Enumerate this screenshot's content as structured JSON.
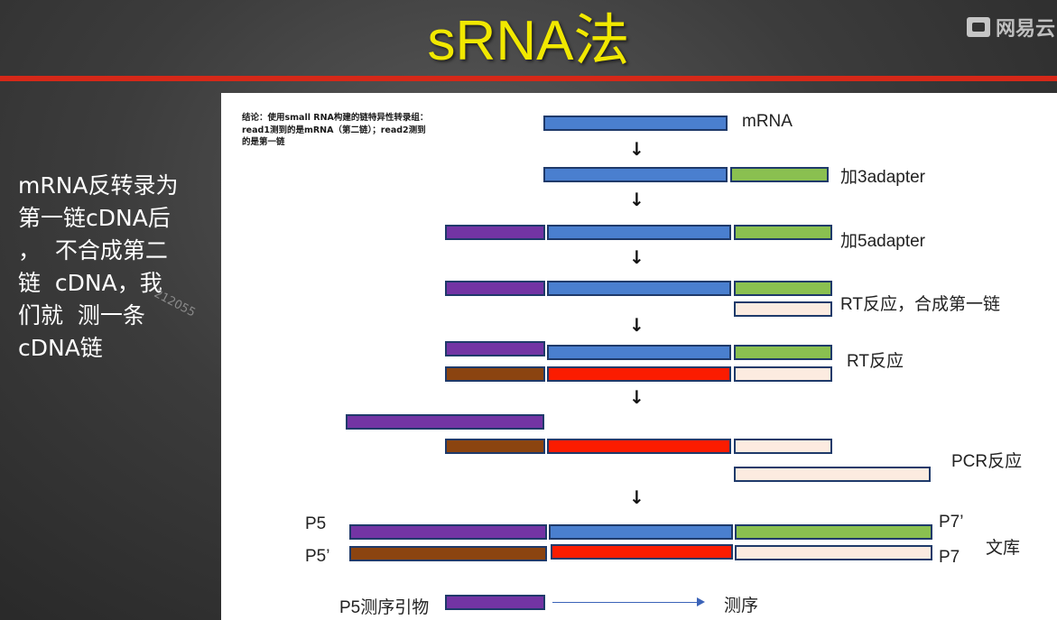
{
  "title": "sRNA法",
  "watermark": "网易云",
  "side_text": [
    "mRNA反转录为",
    "第一链cDNA后",
    "，  不合成第二",
    "链  cDNA，我",
    "们就  测一条",
    "cDNA链"
  ],
  "stamp": "212055",
  "conclusion": [
    "结论：使用small RNA构建的链特异性转录组：",
    "read1测到的是mRNA（第二链）；read2测到",
    "的是第一链"
  ],
  "colors": {
    "blue": "#4a7fcf",
    "green": "#8ac050",
    "purple": "#7334a4",
    "brown": "#8b4410",
    "red": "#fb1c00",
    "cream": "#fcebe0",
    "title": "#f1e800",
    "rule": "#d62818"
  },
  "labels": {
    "mrna": "mRNA",
    "add3": "加3adapter",
    "add5": "加5adapter",
    "rt_first": "RT反应，合成第一链",
    "rt": "RT反应",
    "pcr": "PCR反应",
    "p5": "P5",
    "p5p": "P5’",
    "p7p": "P7’",
    "p7": "P7",
    "library": "文库",
    "primer": "P5测序引物",
    "sequencing": "测序"
  },
  "arrow_glyph": "↓"
}
